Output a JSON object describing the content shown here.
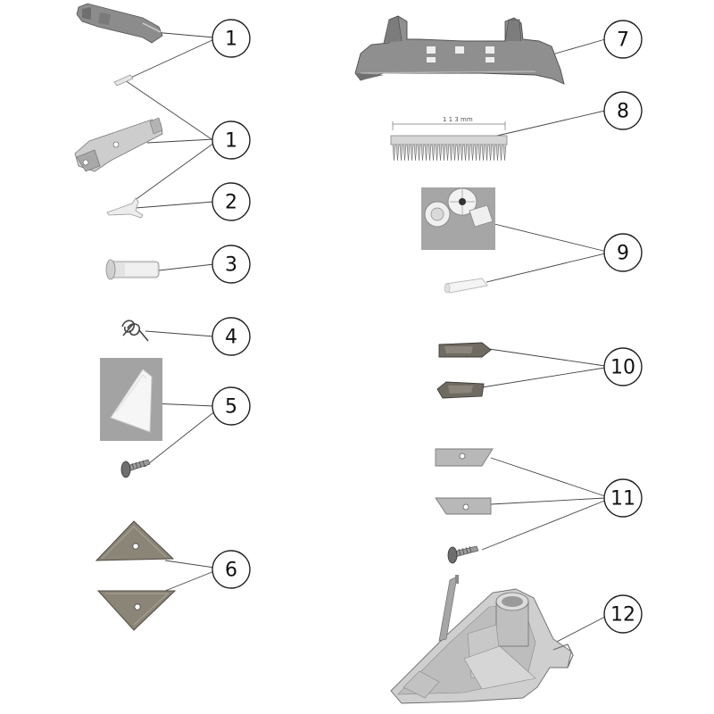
{
  "diagram": {
    "callouts": [
      {
        "id": "c1a",
        "label": "1"
      },
      {
        "id": "c1b",
        "label": "1"
      },
      {
        "id": "c2",
        "label": "2"
      },
      {
        "id": "c3",
        "label": "3"
      },
      {
        "id": "c4",
        "label": "4"
      },
      {
        "id": "c5",
        "label": "5"
      },
      {
        "id": "c6",
        "label": "6"
      },
      {
        "id": "c7",
        "label": "7"
      },
      {
        "id": "c8",
        "label": "8"
      },
      {
        "id": "c9",
        "label": "9"
      },
      {
        "id": "c10",
        "label": "10"
      },
      {
        "id": "c11",
        "label": "11"
      },
      {
        "id": "c12",
        "label": "12"
      }
    ],
    "brush_ruler_text": "1 1 3 mm"
  }
}
